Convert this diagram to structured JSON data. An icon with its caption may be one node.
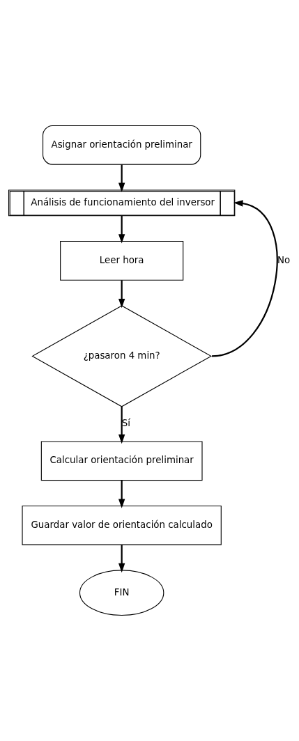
{
  "diagram": {
    "nodes": [
      {
        "text": [
          "Asignar orientación preliminar"
        ]
      },
      {
        "text": [
          "Análisis de funcionamiento del inversor"
        ]
      },
      {
        "text": [
          "Leer hora"
        ]
      },
      {
        "text": [
          "¿pasaron 4 min?"
        ]
      },
      {
        "text": [
          "Calcular orientación preliminar"
        ]
      },
      {
        "text": [
          "Guardar valor de orientación calculado"
        ]
      },
      {
        "text": [
          "FIN"
        ]
      }
    ],
    "edges": [
      {
        "from": 0,
        "to": 1,
        "arrow": "to"
      },
      {
        "from": 1,
        "to": 2,
        "arrow": "to"
      },
      {
        "from": 2,
        "to": 3,
        "arrow": "to"
      },
      {
        "from": 3,
        "to": 4,
        "arrow": "to",
        "label": "Sí"
      },
      {
        "from": 4,
        "to": 5,
        "arrow": "to"
      },
      {
        "from": 5,
        "to": 6,
        "arrow": "to"
      },
      {
        "from": 3,
        "to": 1,
        "arrow": "to",
        "label": "No"
      }
    ]
  }
}
